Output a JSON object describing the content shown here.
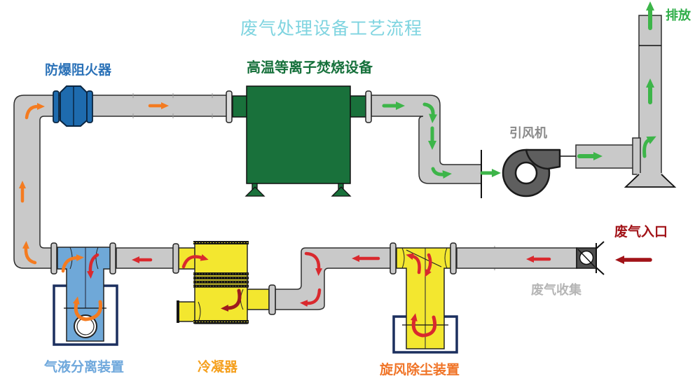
{
  "title": {
    "text": "废气处理设备工艺流程"
  },
  "equipment": {
    "flame_arrester": {
      "label": "防爆阻火器"
    },
    "incinerator": {
      "label": "高温等离子焚烧设备"
    },
    "fan": {
      "label": "引风机"
    },
    "separator": {
      "label": "气液分离装置"
    },
    "condenser": {
      "label": "冷凝器"
    },
    "cyclone": {
      "label": "旋风除尘装置"
    }
  },
  "annotations": {
    "emission": "排放",
    "gas_inlet": "废气入口",
    "gas_collection": "废气收集"
  },
  "colors": {
    "title": "#7FD4E0",
    "pipe": "#C9C9C9",
    "pipe_outline": "#2E2E2E",
    "flame_arrester_blue": "#1E6BAE",
    "incinerator_green": "#19713B",
    "separator_blue": "#6FA8D8",
    "equipment_yellow": "#F3E72F",
    "fan_gray": "#5E5E5E",
    "box_outline_navy": "#1B2F5E",
    "arrow_orange": "#F47B20",
    "arrow_red": "#D9292E",
    "arrow_dark_red": "#9E1B1E",
    "arrow_green": "#3DB549",
    "inlet_red": "#A21318",
    "label_blue": "#2B72B8",
    "label_green": "#17713C",
    "label_light_blue": "#6FA8DC",
    "label_orange": "#F5A01E",
    "label_deep_orange": "#F07427",
    "label_gray": "#8A8A8A",
    "collection_gray": "#B5B5B5",
    "emission_green": "#2FAE49"
  }
}
